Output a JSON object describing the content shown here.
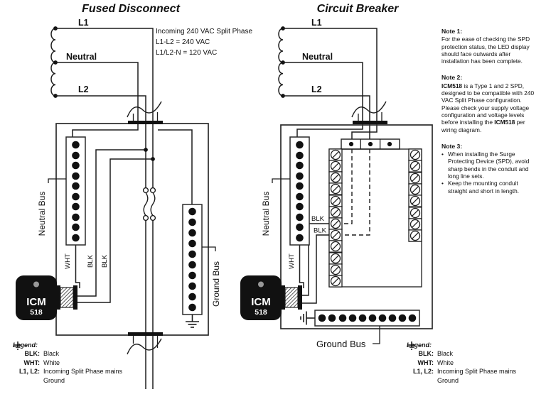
{
  "left_diagram": {
    "title": "Fused Disconnect"
  },
  "right_diagram": {
    "title": "Circuit Breaker"
  },
  "incoming_power": {
    "line1": "Incoming 240 VAC Split Phase",
    "line2": "L1-L2 = 240 VAC",
    "line3": "L1/L2-N = 120 VAC"
  },
  "labels": {
    "l1": "L1",
    "neutral": "Neutral",
    "l2": "L2",
    "wht": "WHT",
    "blk": "BLK",
    "neutral_bus": "Neutral Bus",
    "ground_bus": "Ground Bus"
  },
  "device": {
    "line1": "ICM",
    "line2": "518"
  },
  "notes": [
    {
      "title": "Note 1:",
      "body": "For the ease of checking the SPD protection status, the LED display should face outwards after installation has been complete."
    },
    {
      "title": "Note 2:",
      "p1": "ICM518",
      "p2": " is a Type 1 and 2 SPD, designed to be compatible with 240 VAC Split Phase configuration. Please check your supply voltage configuration and voltage levels before installing the ",
      "p3": "ICM518",
      "p4": " per wiring diagram."
    },
    {
      "title": "Note 3:",
      "b1": "When installing the Surge Protecting Device (SPD), avoid sharp bends in the conduit and long line sets.",
      "b2": "Keep the mounting conduit straight and short in length."
    }
  ],
  "legend": {
    "heading": "Legend:",
    "blk_key": "BLK:",
    "blk_value": "Black",
    "wht_key": "WHT:",
    "wht_value": "White",
    "mains_key": "L1, L2:",
    "mains_value": "Incoming Split Phase mains",
    "ground_value": "Ground"
  }
}
